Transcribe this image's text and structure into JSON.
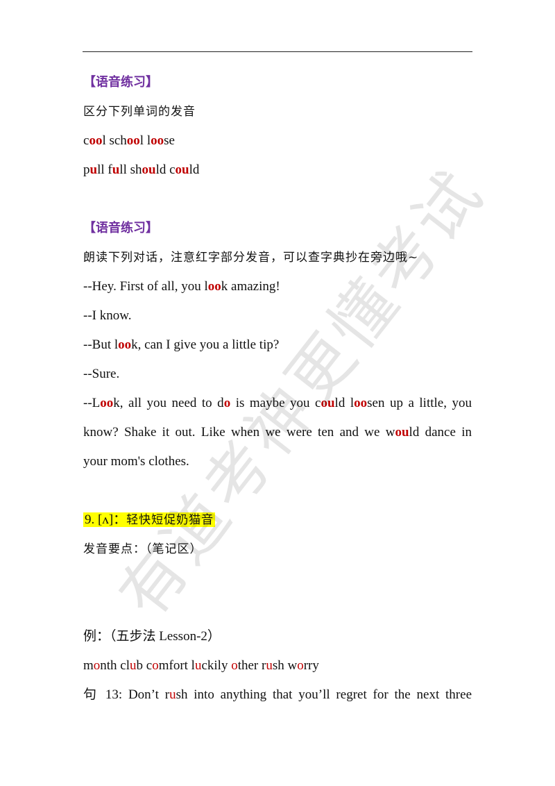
{
  "watermark": "有道考神更懂考试",
  "section1": {
    "heading": "【语音练习】",
    "instruction": "区分下列单词的发音",
    "row1": [
      "c",
      "oo",
      "l sch",
      "oo",
      "l l",
      "oo",
      "se"
    ],
    "row2": [
      "p",
      "u",
      "ll f",
      "u",
      "ll sh",
      "ou",
      "ld c",
      "ou",
      "ld"
    ]
  },
  "section2": {
    "heading": "【语音练习】",
    "instruction": "朗读下列对话，注意红字部分发音，可以查字典抄在旁边哦~",
    "d1": [
      "--Hey. First of all, you l",
      "oo",
      "k amazing!"
    ],
    "d2": "--I know.",
    "d3": [
      "--But l",
      "oo",
      "k, can I give you a little tip?"
    ],
    "d4": "--Sure.",
    "d5": [
      "--L",
      "oo",
      "k, all you need to d",
      "o",
      " is maybe you c",
      "ou",
      "ld l",
      "oo",
      "sen up a little, you"
    ],
    "d6": [
      "know? Shake it out. Like when we were ten and we w",
      "ou",
      "ld dance in"
    ],
    "d7": "your mom's clothes."
  },
  "section3": {
    "title_num": "9. [ʌ]：",
    "title_text": "轻快短促奶猫音",
    "notes": "发音要点：（笔记区）",
    "example_label": "例：（五步法 Lesson-2）",
    "words": [
      "m",
      "o",
      "nth cl",
      "u",
      "b c",
      "o",
      "mfort l",
      "u",
      "ckily ",
      "o",
      "ther r",
      "u",
      "sh w",
      "o",
      "rry"
    ],
    "sentence": [
      "句 13: Don’t r",
      "u",
      "sh into anything that you’ll regret for the next three"
    ]
  }
}
